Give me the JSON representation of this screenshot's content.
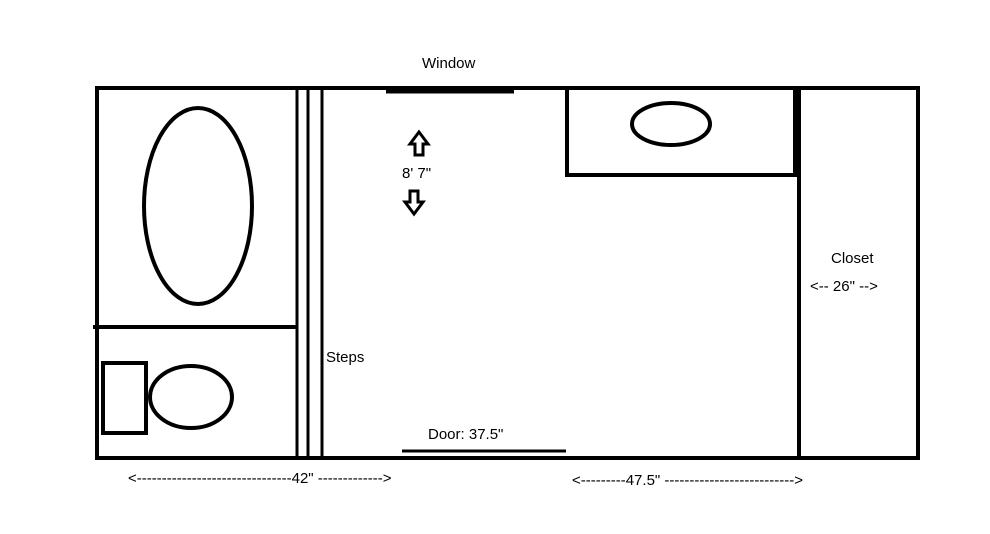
{
  "labels": {
    "window": "Window",
    "height": "8' 7\"",
    "closet": "Closet",
    "closet_width": "<-- 26\" -->",
    "steps": "Steps",
    "door": "Door:  37.5\"",
    "left_width": "<-------------------------------42\" ------------->",
    "right_width": "<---------47.5\" -------------------------->"
  }
}
